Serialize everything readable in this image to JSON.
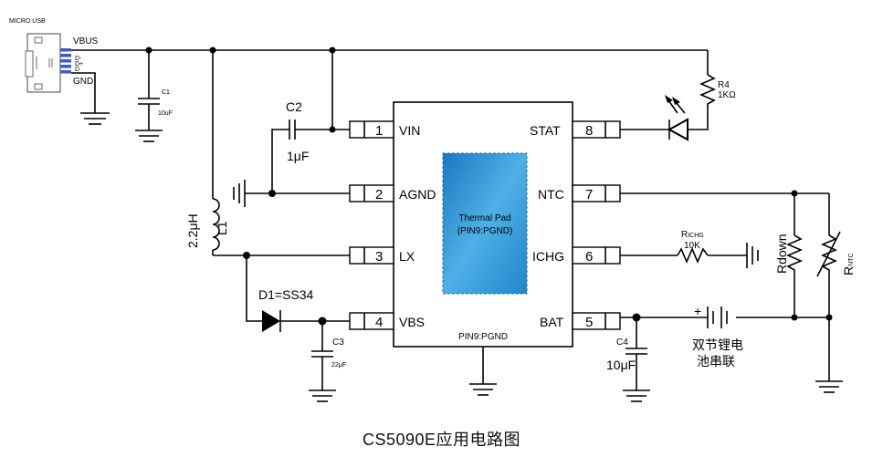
{
  "usb": {
    "title": "MICRO USB",
    "vbus": "VBUS",
    "gnd": "GND",
    "dminus": "D-",
    "dplus": "D+",
    "d": "D"
  },
  "c1": {
    "ref": "C1",
    "value": "10uF"
  },
  "c2": {
    "ref": "C2",
    "value": "1μF"
  },
  "c3": {
    "ref": "C3",
    "value": "22μF"
  },
  "c4": {
    "ref": "C4",
    "value": "10μF"
  },
  "l1": {
    "ref": "L1",
    "value": "2.2μH"
  },
  "d1": {
    "label": "D1=SS34"
  },
  "r4": {
    "ref": "R4",
    "value": "1KΩ"
  },
  "richg": {
    "ref": "R",
    "ref_sub": "ICHG",
    "value": "10K"
  },
  "rdown": {
    "ref": "Rdown"
  },
  "rntc": {
    "ref": "R",
    "ref_sub": "NTC"
  },
  "ic": {
    "left_pins": [
      {
        "num": "1",
        "name": "VIN"
      },
      {
        "num": "2",
        "name": "AGND"
      },
      {
        "num": "3",
        "name": "LX"
      },
      {
        "num": "4",
        "name": "VBS"
      }
    ],
    "right_pins": [
      {
        "num": "8",
        "name": "STAT"
      },
      {
        "num": "7",
        "name": "NTC"
      },
      {
        "num": "6",
        "name": "ICHG"
      },
      {
        "num": "5",
        "name": "BAT"
      }
    ],
    "thermal_pad": {
      "line1": "Thermal Pad",
      "line2": "(PIN9:PGND)"
    },
    "pin9": "PIN9:PGND"
  },
  "battery": {
    "plus": "+",
    "line1": "双节锂电",
    "line2": "池串联"
  },
  "caption": "CS5090E应用电路图"
}
